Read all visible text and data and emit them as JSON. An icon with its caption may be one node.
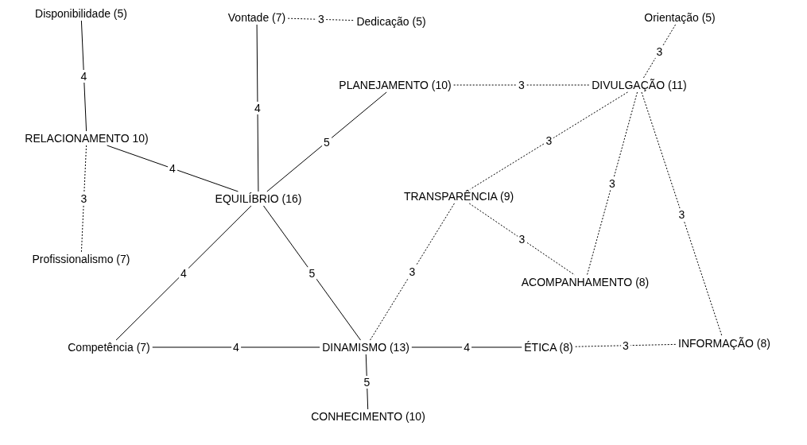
{
  "diagram": {
    "nodes": [
      {
        "text": [
          "Disponibilidade (5)"
        ]
      },
      {
        "text": [
          "Vontade (7)"
        ]
      },
      {
        "text": [
          "Dedicação (5)"
        ]
      },
      {
        "text": [
          "Orientação (5)"
        ]
      },
      {
        "text": [
          "PLANEJAMENTO (10)"
        ]
      },
      {
        "text": [
          "DIVULGAÇÃO (11)"
        ]
      },
      {
        "text": [
          "RELACIONAMENTO 10)"
        ]
      },
      {
        "text": [
          "EQUILÍBRIO (16)"
        ]
      },
      {
        "text": [
          "TRANSPARÊNCIA (9)"
        ]
      },
      {
        "text": [
          "Profissionalismo (7)"
        ]
      },
      {
        "text": [
          "ACOMPANHAMENTO (8)"
        ]
      },
      {
        "text": [
          "Competência (7)"
        ]
      },
      {
        "text": [
          "DINAMISMO (13)"
        ]
      },
      {
        "text": [
          "ÉTICA (8)"
        ]
      },
      {
        "text": [
          "INFORMAÇÃO (8)"
        ]
      },
      {
        "text": [
          "CONHECIMENTO (10)"
        ]
      }
    ],
    "edges": [
      {
        "from": 0,
        "to": 6,
        "arrow": "none",
        "label": "4"
      },
      {
        "from": 6,
        "to": 9,
        "arrow": "none",
        "label": "3",
        "style": "dashed"
      },
      {
        "from": 1,
        "to": 2,
        "arrow": "none",
        "label": "3",
        "style": "dashed"
      },
      {
        "from": 1,
        "to": 7,
        "arrow": "none",
        "label": "4"
      },
      {
        "from": 6,
        "to": 7,
        "arrow": "none",
        "label": "4"
      },
      {
        "from": 4,
        "to": 7,
        "arrow": "none",
        "label": "5"
      },
      {
        "from": 4,
        "to": 5,
        "arrow": "none",
        "label": "3",
        "style": "dashed"
      },
      {
        "from": 3,
        "to": 5,
        "arrow": "none",
        "label": "3",
        "style": "dashed"
      },
      {
        "from": 5,
        "to": 8,
        "arrow": "none",
        "label": "3",
        "style": "dashed"
      },
      {
        "from": 5,
        "to": 10,
        "arrow": "none",
        "label": "3",
        "style": "dashed"
      },
      {
        "from": 5,
        "to": 14,
        "arrow": "none",
        "label": "3",
        "style": "dashed"
      },
      {
        "from": 8,
        "to": 10,
        "arrow": "none",
        "label": "3",
        "style": "dashed"
      },
      {
        "from": 8,
        "to": 12,
        "arrow": "none",
        "label": "3",
        "style": "dashed"
      },
      {
        "from": 7,
        "to": 11,
        "arrow": "none",
        "label": "4"
      },
      {
        "from": 7,
        "to": 12,
        "arrow": "none",
        "label": "5"
      },
      {
        "from": 11,
        "to": 12,
        "arrow": "none",
        "label": "4"
      },
      {
        "from": 12,
        "to": 13,
        "arrow": "none",
        "label": "4"
      },
      {
        "from": 13,
        "to": 14,
        "arrow": "none",
        "label": "3",
        "style": "dashed"
      },
      {
        "from": 12,
        "to": 15,
        "arrow": "none",
        "label": "5"
      }
    ]
  }
}
